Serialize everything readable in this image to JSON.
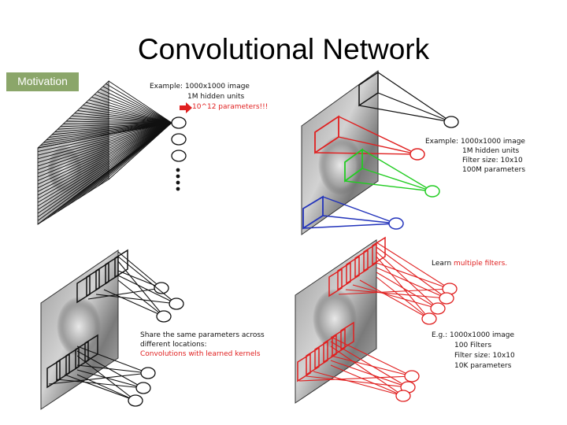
{
  "title": "Convolutional Network",
  "badge": {
    "label": "Motivation",
    "color": "#8BA66A"
  },
  "colors": {
    "black": "#111111",
    "red": "#E02020",
    "green": "#22CC22",
    "blue": "#2233BB"
  },
  "panels": {
    "fully_connected": {
      "lines": [
        "Example: 1000x1000 image",
        "1M hidden units",
        "10^12 parameters!!!"
      ]
    },
    "locally_connected": {
      "lines": [
        "Example: 1000x1000 image",
        "1M hidden units",
        "Filter size: 10x10",
        "100M parameters"
      ]
    },
    "shared_weights": {
      "lines": [
        "Share the same parameters across",
        "different locations:",
        "Convolutions with learned kernels"
      ]
    },
    "multiple_filters": {
      "learn_prefix": "Learn ",
      "learn_highlight": "multiple filters.",
      "lines": [
        "E.g.: 1000x1000 image",
        "100 Filters",
        "Filter size: 10x10",
        "10K parameters"
      ]
    }
  }
}
